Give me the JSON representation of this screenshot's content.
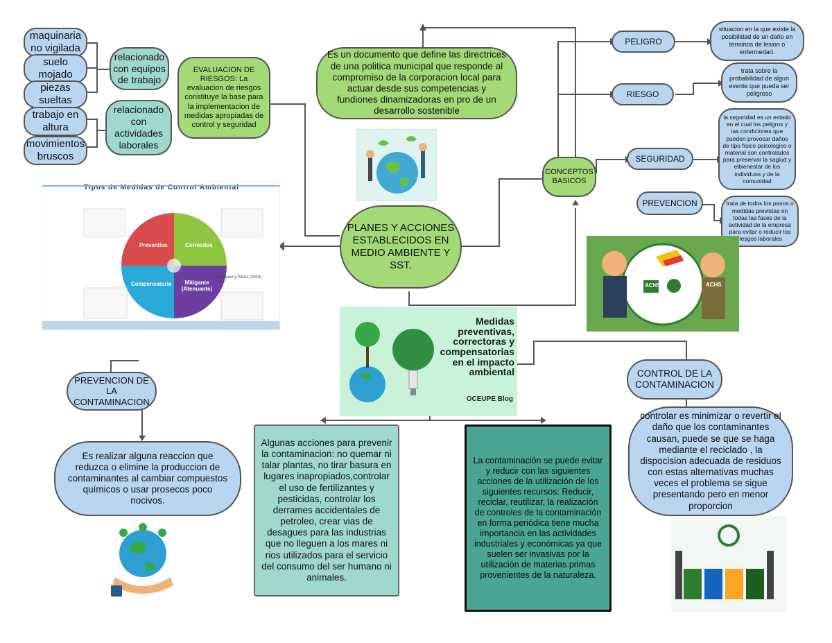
{
  "left_cluster": {
    "items": [
      "maquinaria no vigilada",
      "suelo mojado",
      "piezas sueltas",
      "trabajo en altura",
      "movimientos bruscos"
    ],
    "group_equipment": "relacionado con equipos de trabajo",
    "group_activities": "relacionado con actividades laborales"
  },
  "evaluation": "EVALUACION DE RIESGOS: La evaluacion de riesgos constituye la base para la implementacion de medidas apropiadas de control y seguridad",
  "definition": "Es un documento que define las directrices de una politica municipal que responde al compromiso de la corporacion local para actuar desde sus competencias y fundiones dinamizadoras en pro de un desarrollo sostenible",
  "central": "PLANES Y ACCIONES ESTABLECIDOS EN MEDIO AMBIENTE Y SST.",
  "concepts": {
    "title": "CONCEPTOS BASICOS",
    "items": [
      {
        "term": "PELIGRO",
        "def": "situacion en la que existe la posibilidad de un daño en terminos de lesion o enfermedad."
      },
      {
        "term": "RIESGO",
        "def": "trata sobre la probabilidad de algun evente que pueda ser peligroso"
      },
      {
        "term": "SEGURIDAD",
        "def": "la seguridad es un estado en el cual los peligros y las condiciones que pueden provocar daños de tipo físico psicologico o material son controlados para preservar la saglud y elbienestar de los individuos y de la comunidad"
      },
      {
        "term": "PREVENCION",
        "def": "trata de todos los pasos o medidas previstas en todas las fases de la actividad de la empresa para evitar o reducir los riesgos laborales"
      }
    ]
  },
  "control_image": {
    "title": "Tipos de Medidas de Control Ambiental",
    "quadrants": [
      "Preventiva",
      "Correctiva",
      "Compensatoria",
      "Mitigante (Atenuante)"
    ],
    "citation": "Márquez y Pérez (2018)"
  },
  "banner": {
    "title": "Medidas preventivas, correctoras y compensatorias en el impacto ambiental",
    "brand": "OCEUPE Blog"
  },
  "badge_text": {
    "brand": "ACHS"
  },
  "prevention": {
    "title": "PREVENCION DE LA CONTAMINACION",
    "text": "Es realizar alguna reaccion que reduzca o elimine la produccion de contaminantes al cambiar compuestos químicos o usar prosecos poco nocivos."
  },
  "actions": "Algunas acciones para prevenir la contaminacion: no quemar ni talar plantas, no tirar basura en lugares inapropiados,controlar el uso de fertilizantes y pesticidas, controlar los derrames accidentales de petroleo, crear vias de desagues para las industrias que no lleguen a los mares ni rios utilizados para el servicio del consumo del ser humano ni animales.",
  "reduce": "La contaminación se puede evitar y reducir con las siguientes acciones de la utilización de los siguientes recursos: Reducir, reciclar, reutilizar, la realización de controles de la contaminación en forma periódica tiene mucha importancia en las actividades industriales y económicas ya que suelen ser invasivas por la utilización de materias primas provenientes de la naturaleza.",
  "control": {
    "title": "CONTROL DE LA CONTAMINACION",
    "text": "controlar es minimizar o revertir el daño que los contaminantes causan, puede se que se haga mediante el reciclado , la dispocision adecuada de residuos con estas alternativas muchas veces el problema se sigue presentando pero en menor proporcion"
  },
  "colors": {
    "blue": "#b9d5ef",
    "teal": "#9fd8cf",
    "green": "#a3d977",
    "dark_teal": "#4aa596"
  }
}
